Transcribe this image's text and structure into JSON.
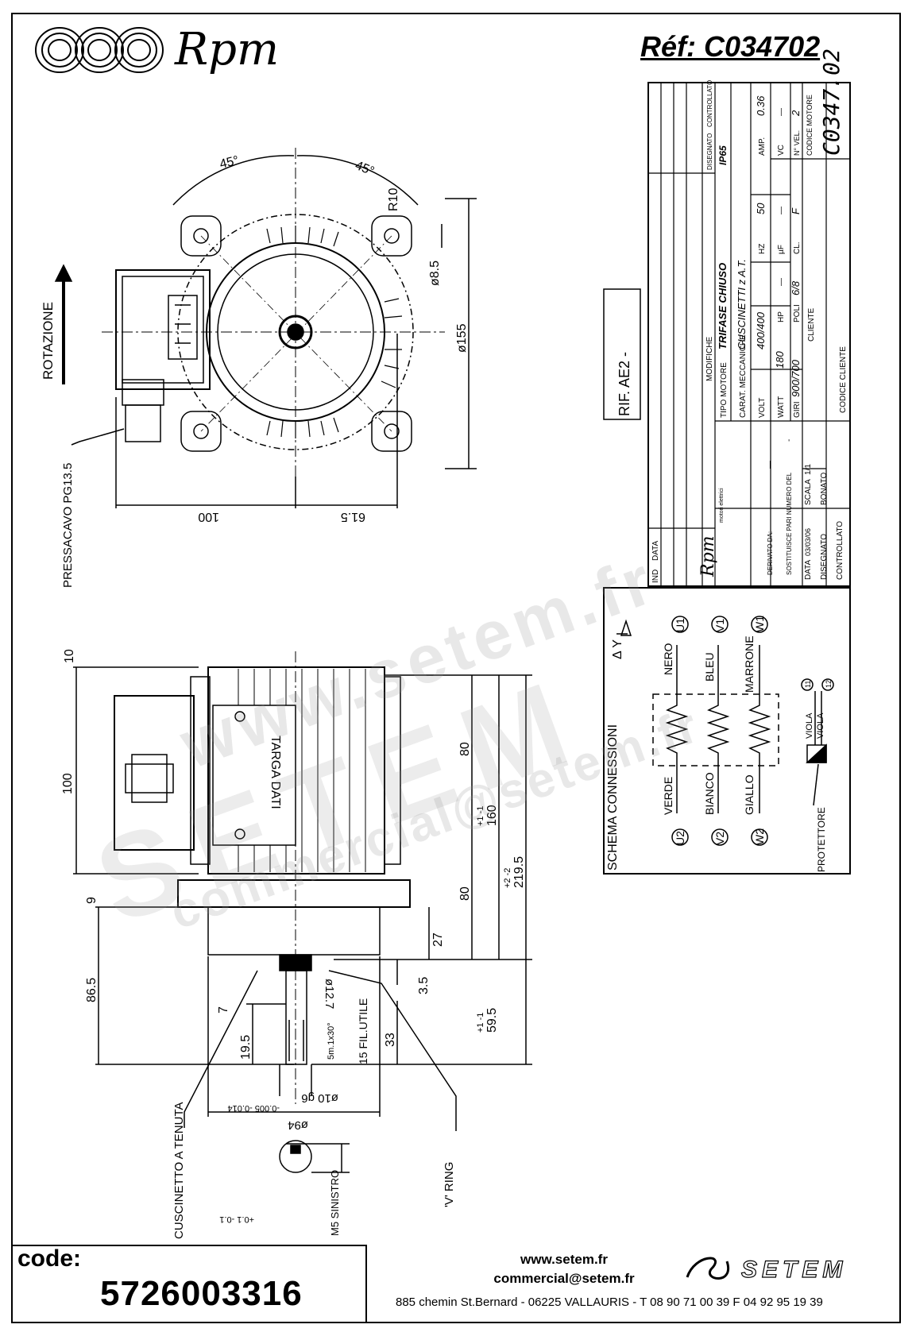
{
  "brand": {
    "name": "Rpm",
    "sub": "motori elettrici"
  },
  "reference": "Réf:  C034702",
  "drawing": {
    "rotation_label": "ROTAZIONE",
    "gland_label": "PRESSACAVO PG13.5",
    "rif_label": "RIF. AE2 -",
    "plate_label": "TARGA DATI",
    "bearing_label": "CUSCINETTO A TENUTA",
    "vring_label": "'V' RING",
    "m5_label": "M5 SINISTRO",
    "thread_label": "15 FIL.UTILE",
    "chamfer_label": "5m.1x30°",
    "top_dims": {
      "angle_left": "45°",
      "angle_right": "45°",
      "r10": "R10",
      "d85": "ø8.5",
      "d155": "ø155",
      "w100": "100",
      "w615": "61.5"
    },
    "side_dims": {
      "d10": "10",
      "d100": "100",
      "d9": "9",
      "d865": "86.5",
      "d7": "7",
      "d195": "19.5",
      "d80a": "80",
      "d80b": "80",
      "d160": "160",
      "tol160": "+1 -1",
      "d2195": "219.5",
      "tol2195": "+2 -2",
      "d27": "27",
      "d35": "3.5",
      "d595": "59.5",
      "tol595": "+1 -1",
      "d33": "33",
      "shaft_d127": "ø12.7",
      "shaft_d10": "ø10 g6",
      "shaft_tol": "-0.005 -0.014",
      "d94": "ø94",
      "key_tol": "+0.1 -0.1"
    }
  },
  "title_block": {
    "headers": {
      "ind": "IND",
      "data": "DATA",
      "modifiche": "MODIFICHE",
      "disegnato": "DISEGNATO",
      "controllato": "CONTROLLATO"
    },
    "tipo_motore": {
      "label": "TIPO MOTORE",
      "value": "TRIFASE CHIUSO",
      "ip": "IP65"
    },
    "carat_mecc": {
      "label": "CARAT. MECCANICHE",
      "value": "CUSCINETTI z A.T."
    },
    "volt": {
      "label": "VOLT",
      "value": "400/400"
    },
    "hz": {
      "label": "HZ",
      "value": "50"
    },
    "amp": {
      "label": "AMP.",
      "value": "0.36"
    },
    "watt": {
      "label": "WATT",
      "value": "180"
    },
    "hp": {
      "label": "HP",
      "value": "—"
    },
    "uf": {
      "label": "µF",
      "value": "—"
    },
    "vc": {
      "label": "VC",
      "value": "—"
    },
    "giri": {
      "label": "GIRI",
      "value": "900/700"
    },
    "poli": {
      "label": "POLI",
      "value": "6/8"
    },
    "cl": {
      "label": "CL.",
      "value": "F"
    },
    "n_vel": {
      "label": "N° VEL.",
      "value": "2"
    },
    "cliente": "CLIENTE",
    "codice_motore": {
      "label": "CODICE MOTORE",
      "value": "C0347.02"
    },
    "codice_cliente": "CODICE CLIENTE",
    "derivato": {
      "label": "DERIVATO DA:",
      "value": "—"
    },
    "sostituisce": {
      "label": "SOSTITUISCE PARI NUMERO DEL",
      "value": "-"
    },
    "data": {
      "label": "DATA",
      "value": "03/03/06"
    },
    "scala": {
      "label": "SCALA",
      "value": "1/1"
    },
    "disegnato": {
      "label": "DISEGNATO",
      "value": "BONATO"
    },
    "controllato": "CONTROLLATO"
  },
  "schema": {
    "title": "SCHEMA CONNESSIONI",
    "symbols": "Δ Y",
    "top_terminals": [
      "U1",
      "V1",
      "W1"
    ],
    "bottom_terminals": [
      "U2",
      "V2",
      "W2"
    ],
    "top_colors": [
      "NERO",
      "BLEU",
      "MARRONE"
    ],
    "bottom_colors": [
      "VERDE",
      "BIANCO",
      "GIALLO"
    ],
    "protector_terms": [
      "11",
      "12"
    ],
    "viola": "VIOLA",
    "protector_label": "PROTETTORE"
  },
  "footer": {
    "code_label": "code:",
    "code": "5726003316",
    "website": "www.setem.fr",
    "email": "commercial@setem.fr",
    "address": "885 chemin St.Bernard  -  06225 VALLAURIS  -  T 08 90 71 00 39  F 04 92 95 19 39",
    "setem": "SETEM"
  },
  "watermark": {
    "line1": "www.setem.fr",
    "line2": "SETEM",
    "line3": "commercial@setem.fr"
  }
}
